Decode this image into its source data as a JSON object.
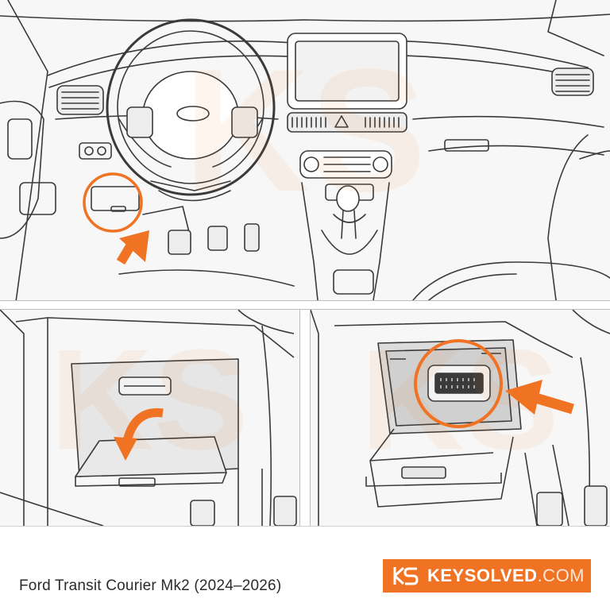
{
  "caption": "Ford Transit Courier Mk2 (2024–2026)",
  "brand": {
    "bold": "KEYSOLVED",
    "light": ".COM"
  },
  "colors": {
    "accent": "#f07223",
    "line": "#3a3a3a",
    "background": "#f7f7f7"
  },
  "icons": [
    "arrow-up-right-icon",
    "curved-arrow-icon",
    "arrow-left-icon",
    "logo-icon"
  ]
}
